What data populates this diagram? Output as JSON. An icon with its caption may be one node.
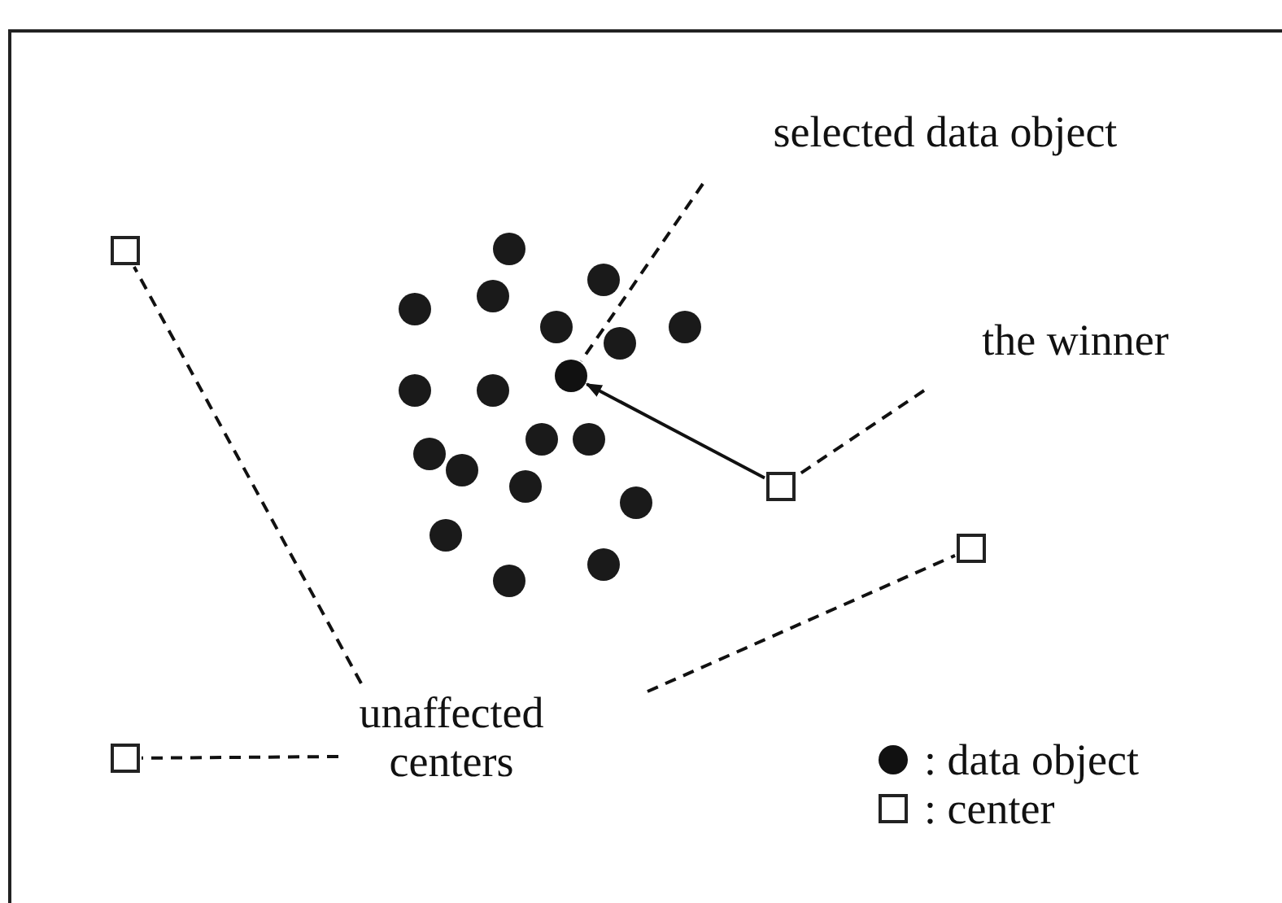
{
  "diagram": {
    "nodes": [
      {
        "text": [
          "selected data object"
        ]
      },
      {
        "text": [],
        "shape": "circle"
      },
      {
        "text": [
          "the winner"
        ]
      },
      {
        "text": [],
        "shape": "box"
      },
      {
        "text": [],
        "shape": "box"
      },
      {
        "text": [],
        "shape": "box"
      },
      {
        "text": [],
        "shape": "box"
      },
      {
        "text": [
          "unaffected centers"
        ]
      }
    ],
    "edges": [
      {
        "from": 0,
        "to": 1,
        "arrow": "none",
        "style": "dashed"
      },
      {
        "from": 2,
        "to": 3,
        "arrow": "none",
        "style": "dashed"
      },
      {
        "from": 3,
        "to": 1,
        "arrow": "to"
      },
      {
        "from": 7,
        "to": 4,
        "arrow": "none",
        "style": "dashed"
      },
      {
        "from": 7,
        "to": 5,
        "arrow": "none",
        "style": "dashed"
      },
      {
        "from": 7,
        "to": 6,
        "arrow": "none",
        "style": "dashed"
      }
    ],
    "legend": [
      {
        "text": ": data object"
      },
      {
        "text": ": center"
      }
    ]
  }
}
